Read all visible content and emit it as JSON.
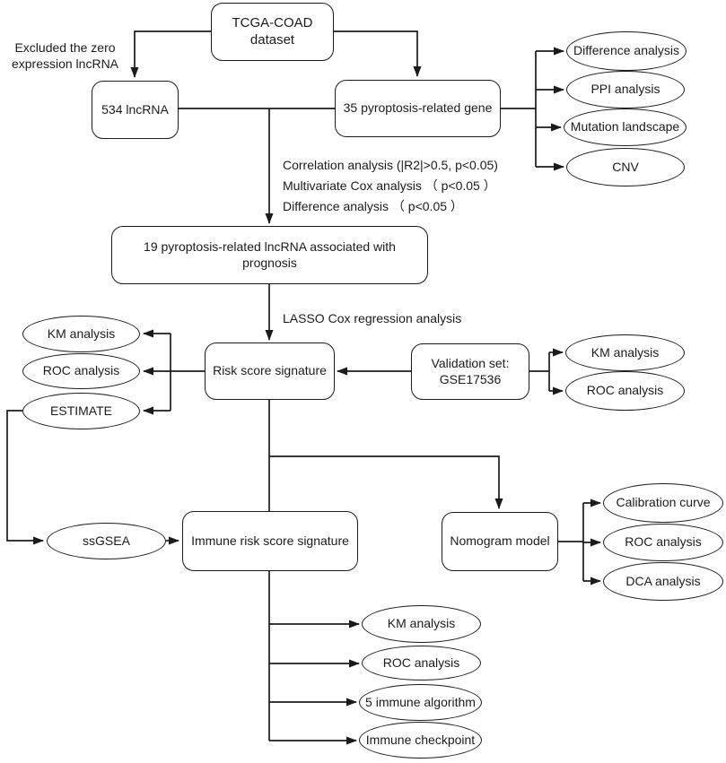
{
  "flowchart": {
    "colors": {
      "line": "#1b1b1b",
      "background": "#ffffff"
    },
    "nodes": {
      "tcga_dataset": "TCGA-COAD dataset",
      "lncrna_534": "534 lncRNA",
      "pyroptosis_genes_35": "35 pyroptosis-related gene",
      "difference_analysis_top": "Difference analysis",
      "ppi_analysis": "PPI analysis",
      "mutation_landscape": "Mutation landscape",
      "cnv": "CNV",
      "prognosis_lncrna_19": "19 pyroptosis-related lncRNA associated with prognosis",
      "risk_score_signature": "Risk score signature",
      "validation_set_line1": "Validation set:",
      "validation_set_line2": "GSE17536",
      "km_analysis_left": "KM analysis",
      "roc_analysis_left": "ROC analysis",
      "estimate": "ESTIMATE",
      "km_analysis_validation": "KM analysis",
      "roc_analysis_validation": "ROC analysis",
      "ssgsea": "ssGSEA",
      "immune_risk_score_signature": "Immune risk score signature",
      "nomogram_model": "Nomogram model",
      "calibration_curve": "Calibration curve",
      "roc_analysis_nomogram": "ROC analysis",
      "dca_analysis": "DCA analysis",
      "km_analysis_bottom": "KM analysis",
      "roc_analysis_bottom": "ROC analysis",
      "immune_algorithm_5": "5 immune algorithm",
      "immune_checkpoint": "Immune checkpoint"
    },
    "annotations": {
      "excluded_note_line1": "Excluded the zero",
      "excluded_note_line2": "expression lncRNA",
      "filter_criteria_line1": "Correlation analysis (|R2|>0.5, p<0.05)",
      "filter_criteria_line2": "Multivariate Cox analysis （ p<0.05 ）",
      "filter_criteria_line3": "Difference analysis （ p<0.05 ）",
      "lasso_label": "LASSO Cox regression analysis"
    }
  }
}
